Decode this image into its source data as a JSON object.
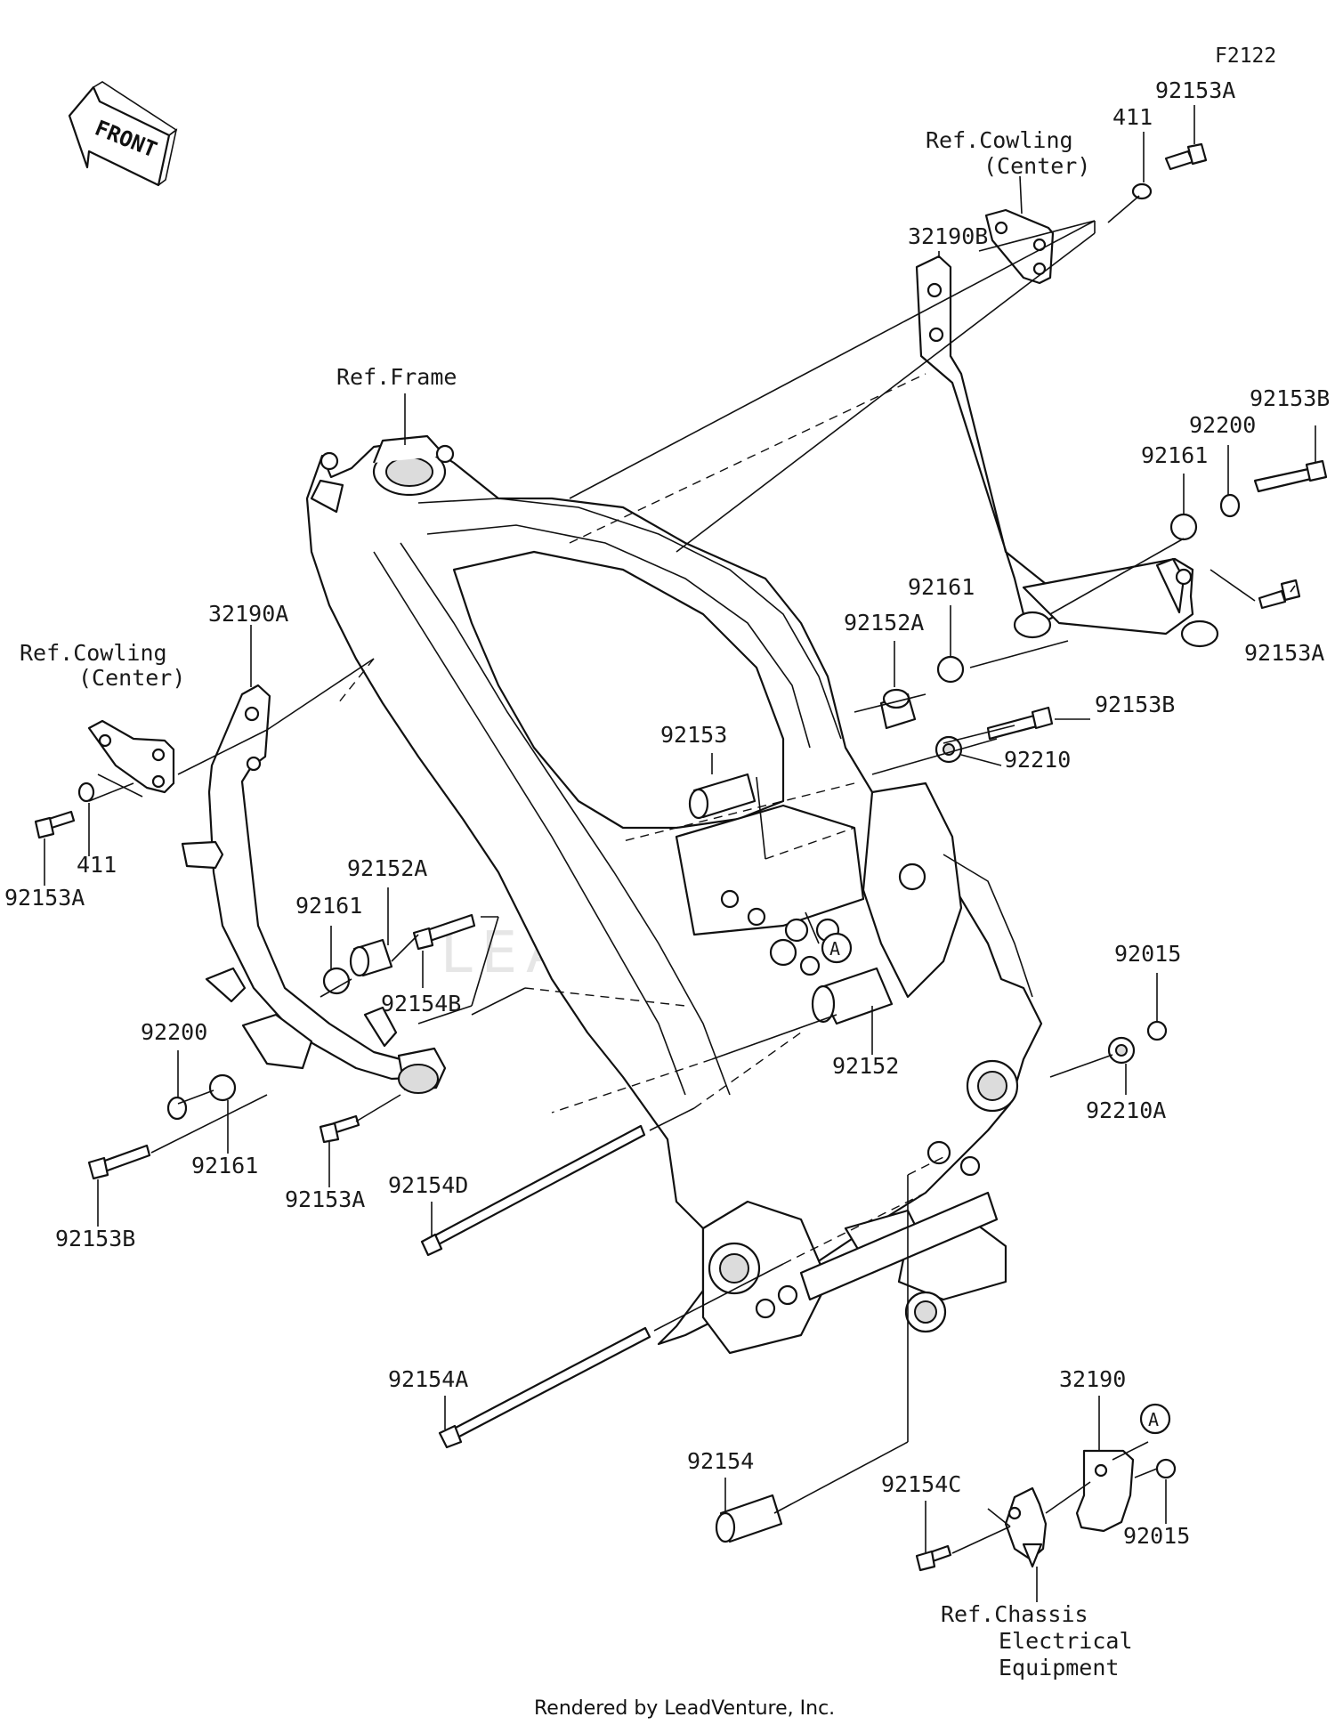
{
  "figure_id": "F2122",
  "front_label": "FRONT",
  "watermark": "LEADVENTURE",
  "footer": "Rendered by LeadVenture, Inc.",
  "callout_marker": "A",
  "refs": {
    "frame": "Ref.Frame",
    "cowling_right_1": "Ref.Cowling",
    "cowling_right_2": "(Center)",
    "cowling_left_1": "Ref.Cowling",
    "cowling_left_2": "(Center)",
    "chassis_1": "Ref.Chassis",
    "chassis_2": "Electrical",
    "chassis_3": "Equipment"
  },
  "parts": [
    {
      "id": "p1",
      "number": "92153A"
    },
    {
      "id": "p2",
      "number": "411"
    },
    {
      "id": "p3",
      "number": "32190B"
    },
    {
      "id": "p4",
      "number": "92153B"
    },
    {
      "id": "p5",
      "number": "92200"
    },
    {
      "id": "p6",
      "number": "92161"
    },
    {
      "id": "p7",
      "number": "92161"
    },
    {
      "id": "p8",
      "number": "92152A"
    },
    {
      "id": "p9",
      "number": "92153A"
    },
    {
      "id": "p10",
      "number": "92153B"
    },
    {
      "id": "p11",
      "number": "92210"
    },
    {
      "id": "p12",
      "number": "92153"
    },
    {
      "id": "p13",
      "number": "32190A"
    },
    {
      "id": "p14",
      "number": "411"
    },
    {
      "id": "p15",
      "number": "92153A"
    },
    {
      "id": "p16",
      "number": "92152A"
    },
    {
      "id": "p17",
      "number": "92161"
    },
    {
      "id": "p18",
      "number": "92154B"
    },
    {
      "id": "p19",
      "number": "92200"
    },
    {
      "id": "p20",
      "number": "92161"
    },
    {
      "id": "p21",
      "number": "92153B"
    },
    {
      "id": "p22",
      "number": "92153A"
    },
    {
      "id": "p23",
      "number": "92154D"
    },
    {
      "id": "p24",
      "number": "92152"
    },
    {
      "id": "p25",
      "number": "92015"
    },
    {
      "id": "p26",
      "number": "92210A"
    },
    {
      "id": "p27",
      "number": "92154A"
    },
    {
      "id": "p28",
      "number": "92154"
    },
    {
      "id": "p29",
      "number": "32190"
    },
    {
      "id": "p30",
      "number": "92154C"
    },
    {
      "id": "p31",
      "number": "92015"
    }
  ]
}
